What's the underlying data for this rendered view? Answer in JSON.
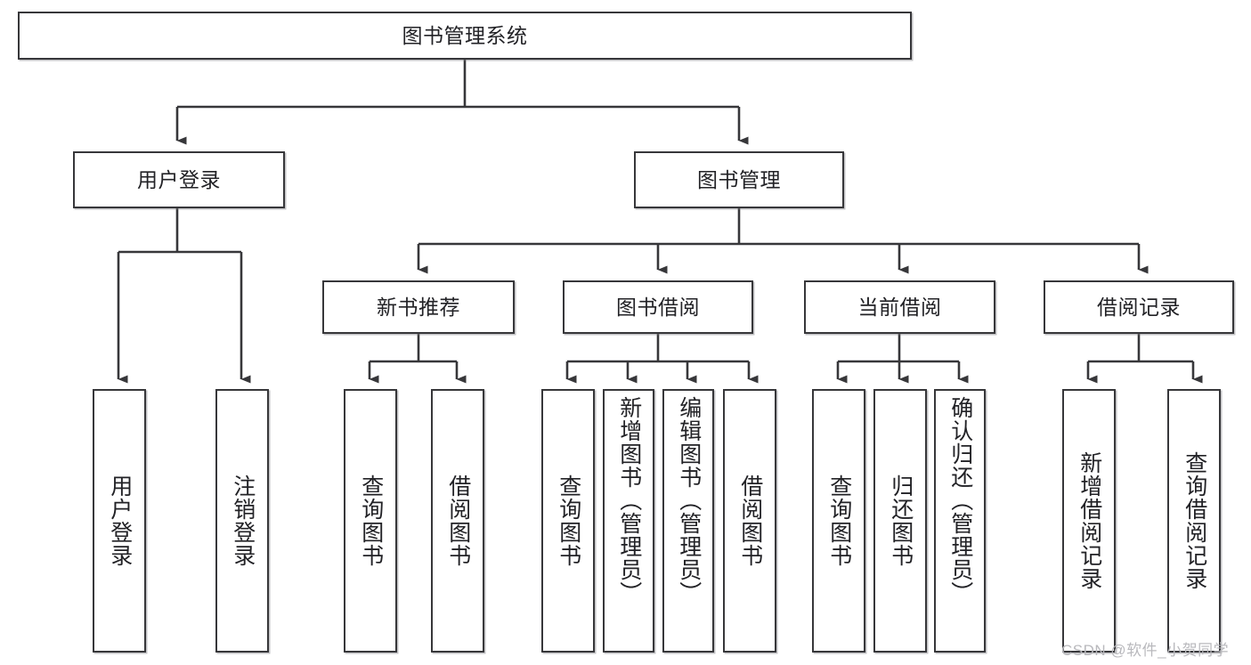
{
  "diagram": {
    "title": "图书管理系统",
    "type": "hierarchy-tree",
    "root": {
      "label": "图书管理系统"
    },
    "level2": [
      {
        "label": "用户登录"
      },
      {
        "label": "图书管理"
      }
    ],
    "level3": [
      {
        "label": "新书推荐"
      },
      {
        "label": "图书借阅"
      },
      {
        "label": "当前借阅"
      },
      {
        "label": "借阅记录"
      }
    ],
    "leaves": [
      {
        "label": "用户登录",
        "parent": "用户登录"
      },
      {
        "label": "注销登录",
        "parent": "用户登录"
      },
      {
        "label": "查询图书",
        "parent": "新书推荐"
      },
      {
        "label": "借阅图书",
        "parent": "新书推荐"
      },
      {
        "label": "查询图书",
        "parent": "图书借阅"
      },
      {
        "label": "新增图书（管理员）",
        "parent": "图书借阅"
      },
      {
        "label": "编辑图书（管理员）",
        "parent": "图书借阅"
      },
      {
        "label": "借阅图书",
        "parent": "图书借阅"
      },
      {
        "label": "查询图书",
        "parent": "当前借阅"
      },
      {
        "label": "归还图书",
        "parent": "当前借阅"
      },
      {
        "label": "确认归还（管理员）",
        "parent": "当前借阅"
      },
      {
        "label": "新增借阅记录",
        "parent": "借阅记录"
      },
      {
        "label": "查询借阅记录",
        "parent": "借阅记录"
      }
    ],
    "watermark": "CSDN @软件_小贺同学",
    "colors": {
      "stroke": "#37373a",
      "text": "#222226",
      "background": "#ffffff",
      "watermark": "#b9b9bd"
    }
  }
}
